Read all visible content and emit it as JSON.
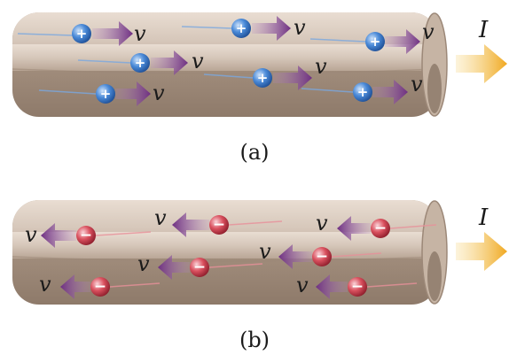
{
  "panels": [
    {
      "caption": "(a)",
      "current_label": "I",
      "carrier_sign": "+",
      "velocity_label": "v",
      "carrier_color": "#3f7fd0",
      "streak_color": "#7aa8e0"
    },
    {
      "caption": "(b)",
      "current_label": "I",
      "carrier_sign": "−",
      "velocity_label": "v",
      "carrier_color": "#d0404f",
      "streak_color": "#e8909a"
    }
  ],
  "colors": {
    "wire": "#d2c3b6",
    "wire_shadow": "#9c8878",
    "drift_arrow": "#7a3a8a",
    "current_arrow": "#f2b235"
  }
}
